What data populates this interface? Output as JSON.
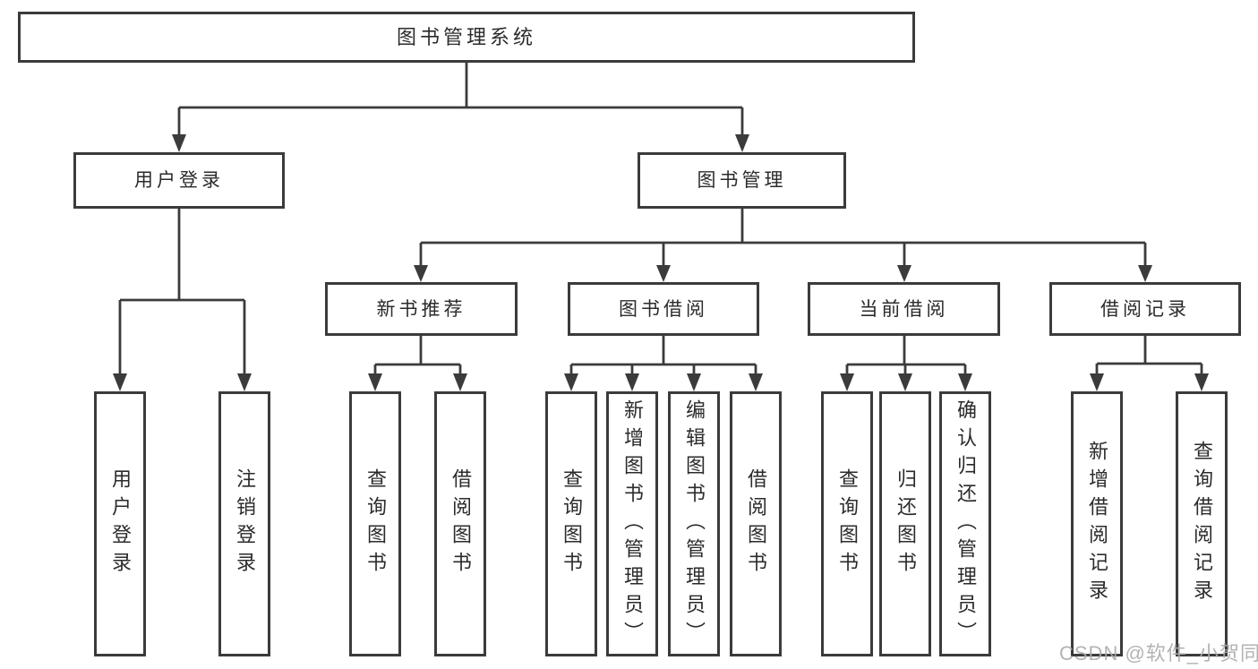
{
  "nodes": {
    "root": "图书管理系统",
    "user_login_branch": {
      "label": "用户登录",
      "children": [
        "用户登录",
        "注销登录"
      ]
    },
    "book_mgmt_branch": {
      "label": "图书管理"
    },
    "new_book": {
      "label": "新书推荐",
      "children": [
        "查询图书",
        "借阅图书"
      ]
    },
    "book_borrow": {
      "label": "图书借阅",
      "children": [
        "查询图书",
        "新增图书（管理员）",
        "编辑图书（管理员）",
        "借阅图书"
      ]
    },
    "current_borrow": {
      "label": "当前借阅",
      "children": [
        "查询图书",
        "归还图书",
        "确认归还（管理员）"
      ]
    },
    "borrow_records": {
      "label": "借阅记录",
      "children": [
        "新增借阅记录",
        "查询借阅记录"
      ]
    }
  },
  "watermark": "CSDN @软件_小贺同学",
  "colors": {
    "line": "#3b3b3b",
    "text": "#2b2b2b",
    "watermark": "#ababab",
    "background": "#ffffff"
  }
}
